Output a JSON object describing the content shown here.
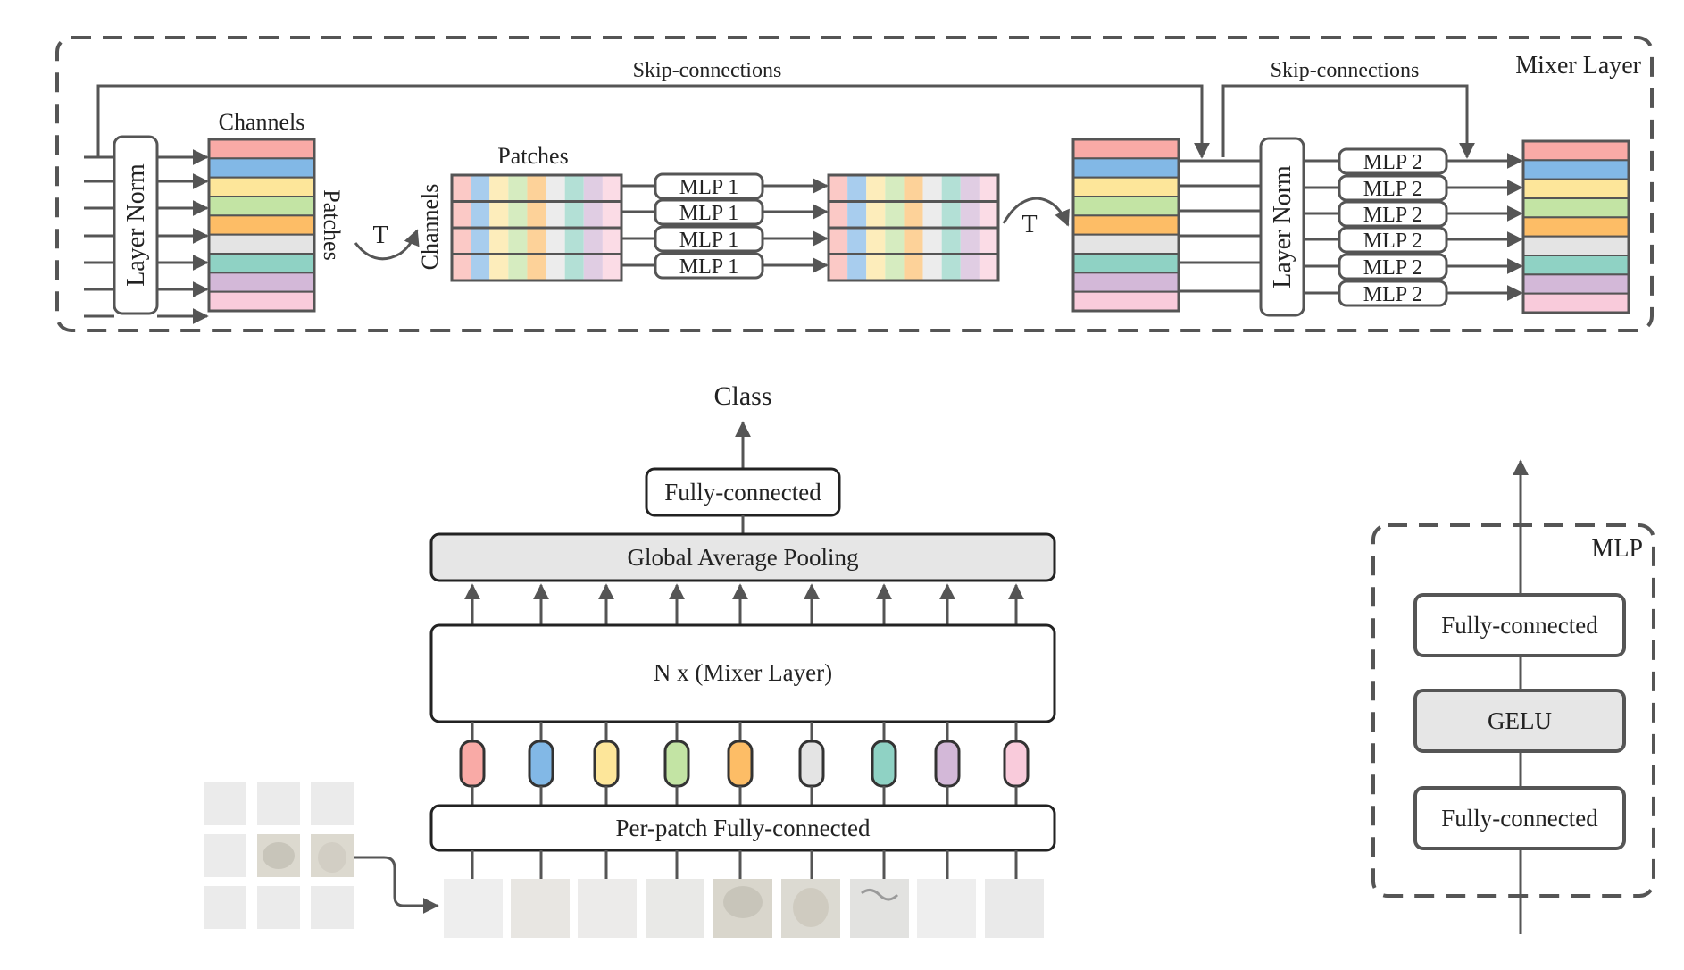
{
  "mixer_layer": {
    "title": "Mixer Layer",
    "skip_label_1": "Skip-connections",
    "skip_label_2": "Skip-connections",
    "layer_norm_1": "Layer Norm",
    "layer_norm_2": "Layer Norm",
    "channels_label": "Channels",
    "patches_side_label": "Patches",
    "patches_top_label": "Patches",
    "channels_side_label": "Channels",
    "transpose_1": "T",
    "transpose_2": "T",
    "mlp1_label": "MLP 1",
    "mlp2_label": "MLP 2"
  },
  "main": {
    "class_label": "Class",
    "fully_connected": "Fully-connected",
    "gap": "Global Average Pooling",
    "mixer_stack": "N x (Mixer Layer)",
    "per_patch": "Per-patch Fully-connected"
  },
  "mlp_block": {
    "title": "MLP",
    "fc_top": "Fully-connected",
    "gelu": "GELU",
    "fc_bottom": "Fully-connected"
  },
  "colors": {
    "stripes": [
      "#f9aaa6",
      "#82b8e6",
      "#fde69a",
      "#c3e4a4",
      "#fdbd66",
      "#e4e4e4",
      "#8fd2c4",
      "#d3b8d8",
      "#f9cbdb"
    ],
    "stripes_light": [
      "#fbc9c6",
      "#a8cdee",
      "#fdedbb",
      "#d6ecc0",
      "#fdd299",
      "#ececec",
      "#b3e0d6",
      "#e0cde3",
      "#fbdce6"
    ],
    "line": "#555555",
    "shaded_box": "#e6e6e6"
  }
}
